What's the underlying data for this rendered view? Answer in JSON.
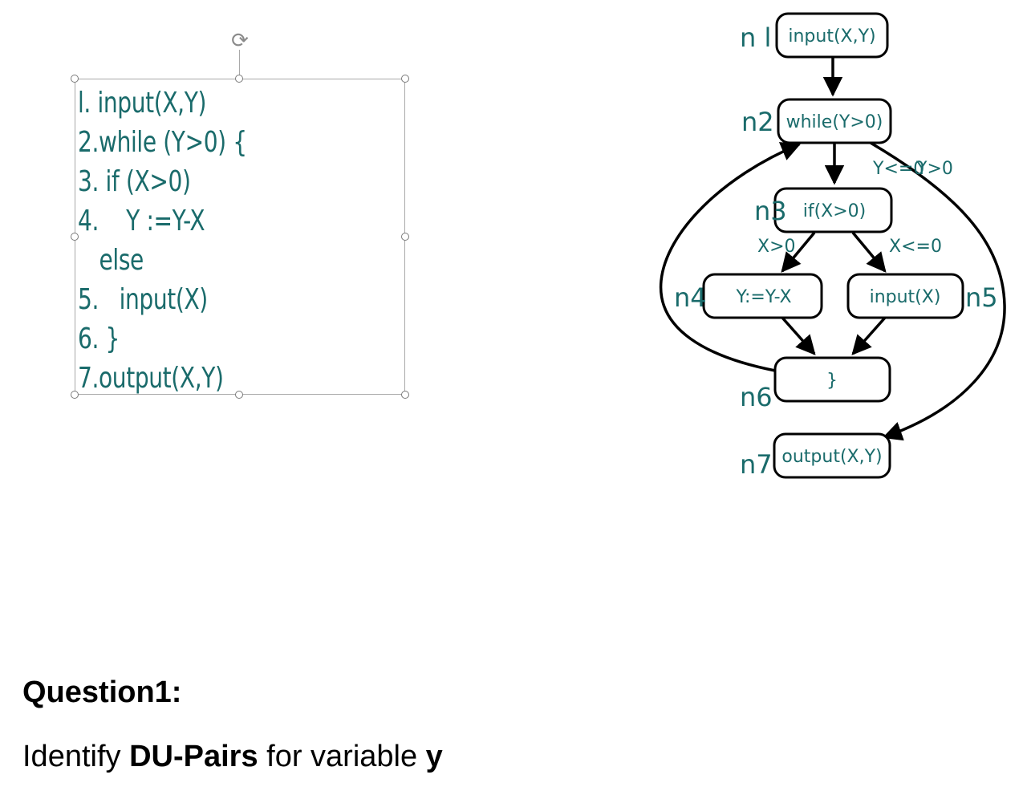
{
  "code_box": {
    "lines": [
      "l. input(X,Y)",
      "2.while (Y>0) {",
      "3. if (X>0)",
      "4.    Y :=Y-X",
      "else",
      "5.   input(X)",
      "6. }",
      "7.output(X,Y)"
    ]
  },
  "graph": {
    "nodes": [
      {
        "id": "n1",
        "label": "n l",
        "text": "input(X,Y)"
      },
      {
        "id": "n2",
        "label": "n2",
        "text": "while(Y>0)"
      },
      {
        "id": "n3",
        "label": "n3",
        "text": "if(X>0)"
      },
      {
        "id": "n4",
        "label": "n4",
        "text": "Y:=Y-X"
      },
      {
        "id": "n5",
        "label": "n5",
        "text": "input(X)"
      },
      {
        "id": "n6",
        "label": "n6",
        "text": "}"
      },
      {
        "id": "n7",
        "label": "n7",
        "text": "output(X,Y)"
      }
    ],
    "edge_labels": {
      "n2_n7": "Y<=0",
      "n2_n3": "Y>0",
      "n3_n4": "X>0",
      "n3_n5": "X<=0"
    },
    "colors": {
      "teal": "#1a6b6b",
      "black": "#000000"
    }
  },
  "question": {
    "title": "Question1:",
    "prefix": "Identify ",
    "bold_term": "DU-Pairs",
    "middle": " for variable ",
    "variable": "y"
  }
}
